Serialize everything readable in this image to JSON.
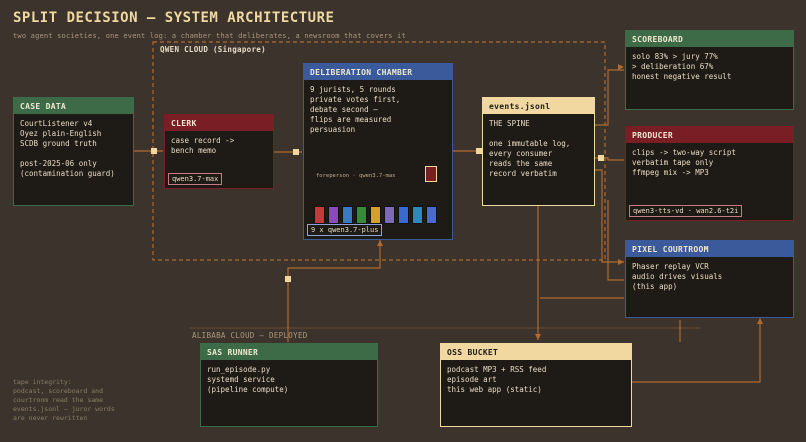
{
  "title": "SPLIT DECISION — SYSTEM ARCHITECTURE",
  "subtitle": "two agent societies, one event log: a chamber that deliberates, a newsroom that covers it",
  "regions": {
    "qwen": "QWEN CLOUD (Singapore)",
    "alibaba": "ALIBABA CLOUD — DEPLOYED"
  },
  "boxes": {
    "case_data": {
      "title": "CASE DATA",
      "color": "#3d6b48",
      "lines": [
        "CourtListener v4",
        "Oyez plain-English",
        "SCDB ground truth",
        "",
        "post-2025-06 only",
        "(contamination guard)"
      ]
    },
    "clerk": {
      "title": "CLERK",
      "color": "#7a1e26",
      "lines": [
        "case record ->",
        "bench memo"
      ],
      "tag": "qwen3.7-max"
    },
    "chamber": {
      "title": "DELIBERATION CHAMBER",
      "color": "#3a5a9c",
      "lines": [
        "9 jurists, 5 rounds",
        "private votes first,",
        "debate second —",
        "flips are measured",
        "persuasion"
      ],
      "foreperson": "foreperson · qwen3.7-max",
      "tag": "9 x qwen3.7-plus"
    },
    "events": {
      "title": "events.jsonl",
      "color": "#f0d8a0",
      "lines": [
        "THE SPINE",
        "",
        "one immutable log,",
        "every consumer",
        "reads the same",
        "record verbatim"
      ]
    },
    "scoreboard": {
      "title": "SCOREBOARD",
      "color": "#3d6b48",
      "lines": [
        "solo 83% > jury 77%",
        "> deliberation 67%",
        "honest negative result"
      ]
    },
    "producer": {
      "title": "PRODUCER",
      "color": "#7a1e26",
      "lines": [
        "clips -> two-way script",
        "verbatim tape only",
        "ffmpeg mix -> MP3"
      ],
      "tag": "qwen3-tts-vd · wan2.6-t2i"
    },
    "courtroom": {
      "title": "PIXEL COURTROOM",
      "color": "#3a5a9c",
      "lines": [
        "Phaser replay VCR",
        "audio drives visuals",
        "(this app)"
      ]
    },
    "sas": {
      "title": "SAS RUNNER",
      "color": "#3d6b48",
      "lines": [
        "run_episode.py",
        "systemd service",
        "(pipeline compute)"
      ]
    },
    "oss": {
      "title": "OSS BUCKET",
      "color": "#f0d8a0",
      "lines": [
        "podcast MP3 + RSS feed",
        "episode art",
        "this web app (static)"
      ]
    }
  },
  "jurist_colors": [
    "#c43a3a",
    "#8a4ab8",
    "#3a7abf",
    "#3a8a3a",
    "#d8a02a",
    "#7a6ab8",
    "#3a6acf",
    "#2a8ab8",
    "#4a6acf"
  ],
  "note_lines": [
    "tape integrity:",
    "podcast, scoreboard and",
    "courtroom read the same",
    "events.jsonl — juror words",
    "are never rewritten"
  ]
}
